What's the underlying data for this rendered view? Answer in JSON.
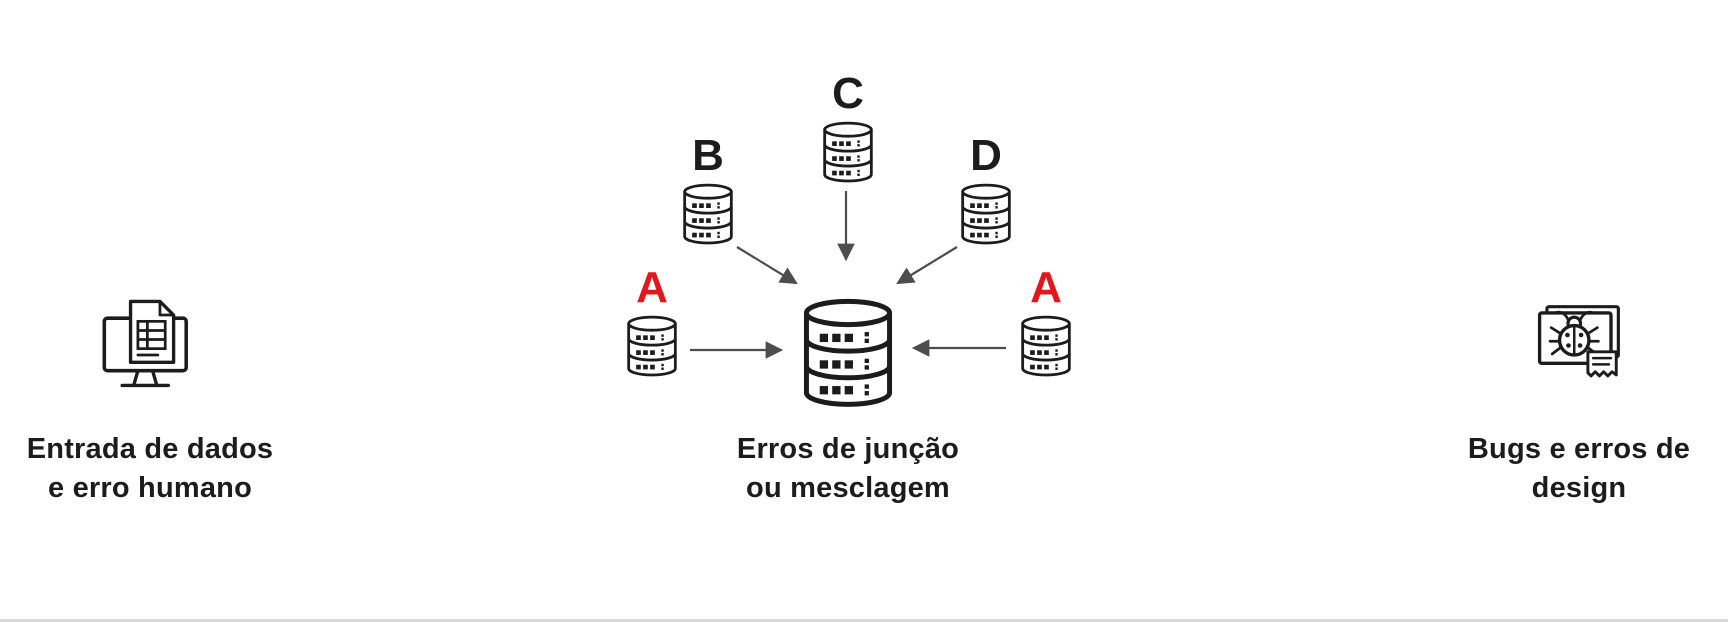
{
  "colors": {
    "canvas-bg": "#ffffff",
    "text": "#1c1c1c",
    "icon": "#1c1c1c",
    "arrow": "#4d4d4d",
    "accent-red": "#e0181c",
    "divider": "#d8d8d8"
  },
  "causes": {
    "data_entry": {
      "icon": "monitor-document-icon",
      "lines": [
        "Entrada de dados",
        "e erro humano"
      ]
    },
    "merge": {
      "lines": [
        "Erros de junção",
        "ou mesclagem"
      ],
      "sources": [
        {
          "id": "B",
          "label": "B",
          "label_color": "#1c1c1c",
          "icon": "database-icon"
        },
        {
          "id": "C",
          "label": "C",
          "label_color": "#1c1c1c",
          "icon": "database-icon"
        },
        {
          "id": "D",
          "label": "D",
          "label_color": "#1c1c1c",
          "icon": "database-icon"
        },
        {
          "id": "A-left",
          "label": "A",
          "label_color": "#e0181c",
          "icon": "database-icon"
        },
        {
          "id": "A-right",
          "label": "A",
          "label_color": "#e0181c",
          "icon": "database-icon"
        }
      ],
      "target": {
        "icon": "database-icon"
      }
    },
    "bugs": {
      "icon": "monitor-bug-icon",
      "lines": [
        "Bugs e erros de",
        "design"
      ]
    }
  }
}
